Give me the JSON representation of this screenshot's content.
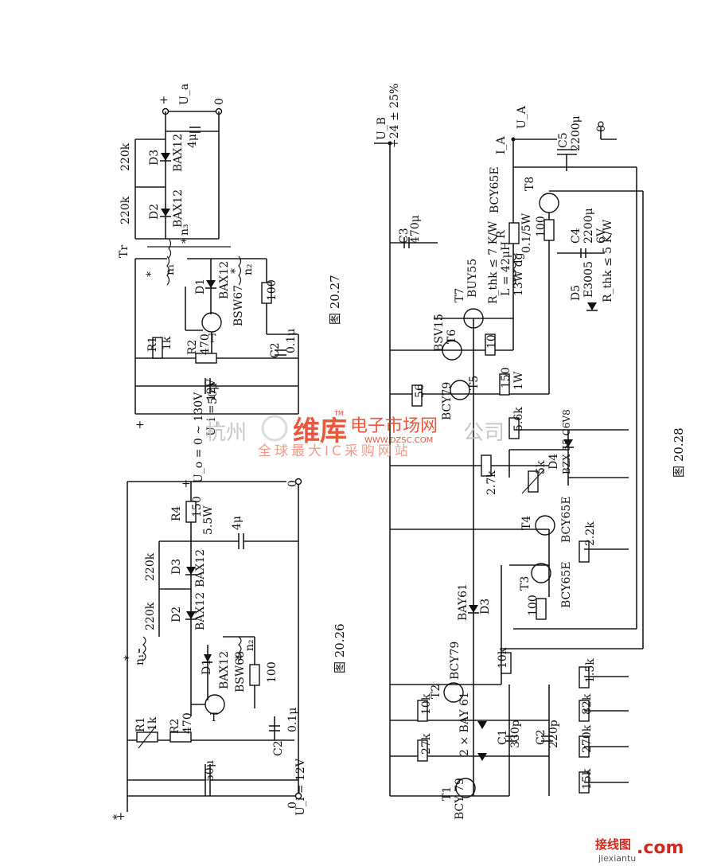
{
  "fig_26": {
    "caption": "图 20.26",
    "input": "U_i = 12V",
    "output": "U_o = 0 ~ 130V",
    "r1": "R1",
    "r1_val": "1k",
    "r2": "R2",
    "r2_val": "470",
    "r4": "R4",
    "r4_val": "150",
    "r4_pwr": "5.5W",
    "c_in": "50μ",
    "c_out": "4μ",
    "c2": "C2",
    "c2_val": "0.1μ",
    "d1": "D1",
    "d1_type": "BAX12",
    "d2": "D2",
    "d2_type": "BAX12",
    "d3": "D3",
    "d3_type": "BAX12",
    "r_a": "220k",
    "r_b": "220k",
    "t": "T",
    "t_type": "BSW68",
    "r100": "100",
    "n1": "n₁",
    "n2": "n₂",
    "star": "*",
    "zero_a": "0",
    "zero_b": "0"
  },
  "fig_27": {
    "caption": "图 20.27",
    "input": "U_i = 12V",
    "output": "U_a",
    "tr": "Tr",
    "r1": "R1",
    "r1_val": "1k",
    "r2": "R2",
    "r2_val": "470",
    "c_in": "50μ",
    "c_out": "4μ",
    "c2": "C2",
    "c2_val": "0.1μ",
    "d1": "D1",
    "d1_type": "BAX12",
    "d2": "D2",
    "d2_type": "BAX12",
    "d3": "D3",
    "d3_type": "BAX12",
    "r_a": "220k",
    "r_b": "220k",
    "t": "T",
    "t_type": "BSW67",
    "r100": "100",
    "n1": "n₁",
    "n2": "n₂",
    "n3": "n₃",
    "star": "*",
    "zero": "0"
  },
  "fig_28": {
    "caption": "图 20.28",
    "ub": "U_B",
    "ub_val": "+24 ± 25%",
    "ua": "U_A",
    "ia": "I_A",
    "c5": "C5",
    "c5_val": "2200μ",
    "c3": "C3",
    "c3_val": "470μ",
    "c4": "C4",
    "c4_val": "2200μ",
    "c4_v": "6V",
    "t8": "T8",
    "t8_type": "BCY65E",
    "r": "R",
    "r_val": "0.1/5W",
    "r100": "100",
    "t7": "T7",
    "t7_type": "BUY55",
    "rth7": "R_thk ≤ 7 K/W",
    "l": "L = 42μH",
    "l_pwr": "13W dg",
    "d5": "D5",
    "d5_type": "E3005",
    "rth5": "R_thk ≤ 5 K/W",
    "t6": "T6",
    "t6_type": "BSV15",
    "r10": "10",
    "t5": "T5",
    "t5_type": "BCY79",
    "r150": "150",
    "r150_pwr": "1W",
    "r56": "56",
    "r5_6k": "5.6k",
    "r2_7k": "2.7k",
    "p5k": "5k",
    "d4": "D4",
    "d4_type": "BZX 55 C6V8",
    "t4": "T4",
    "t4_type": "BCY65E",
    "r2_2k": "2.2k",
    "t3": "T3",
    "t3_type": "BCY65E",
    "r100b": "100",
    "d3": "D3",
    "d3_type": "BAY61",
    "t2": "T2",
    "t2_type": "BCY79",
    "r10k": "10k",
    "r10k_b": "10k",
    "r1_5k": "1.5k",
    "r27k": "27k",
    "d_pair": "2 × BAY 61",
    "c1": "C1",
    "c1_val": "330p",
    "c2": "C2",
    "c2_val": "220p",
    "r82k": "82k",
    "r270k": "270k",
    "r15k": "15k",
    "t1": "T1",
    "t1_type": "BCY 79",
    "zero": "0"
  },
  "watermark": {
    "left": "杭州",
    "right": "公司",
    "logo": "维库",
    "brand": "电子市场网",
    "url": "WWW.DZSC.COM",
    "tm": "TM",
    "slogan": "全球最大IC采购网站",
    "corner_cn": "接线图",
    "corner_url": "jiexiantu",
    "corner_com": ".com"
  }
}
